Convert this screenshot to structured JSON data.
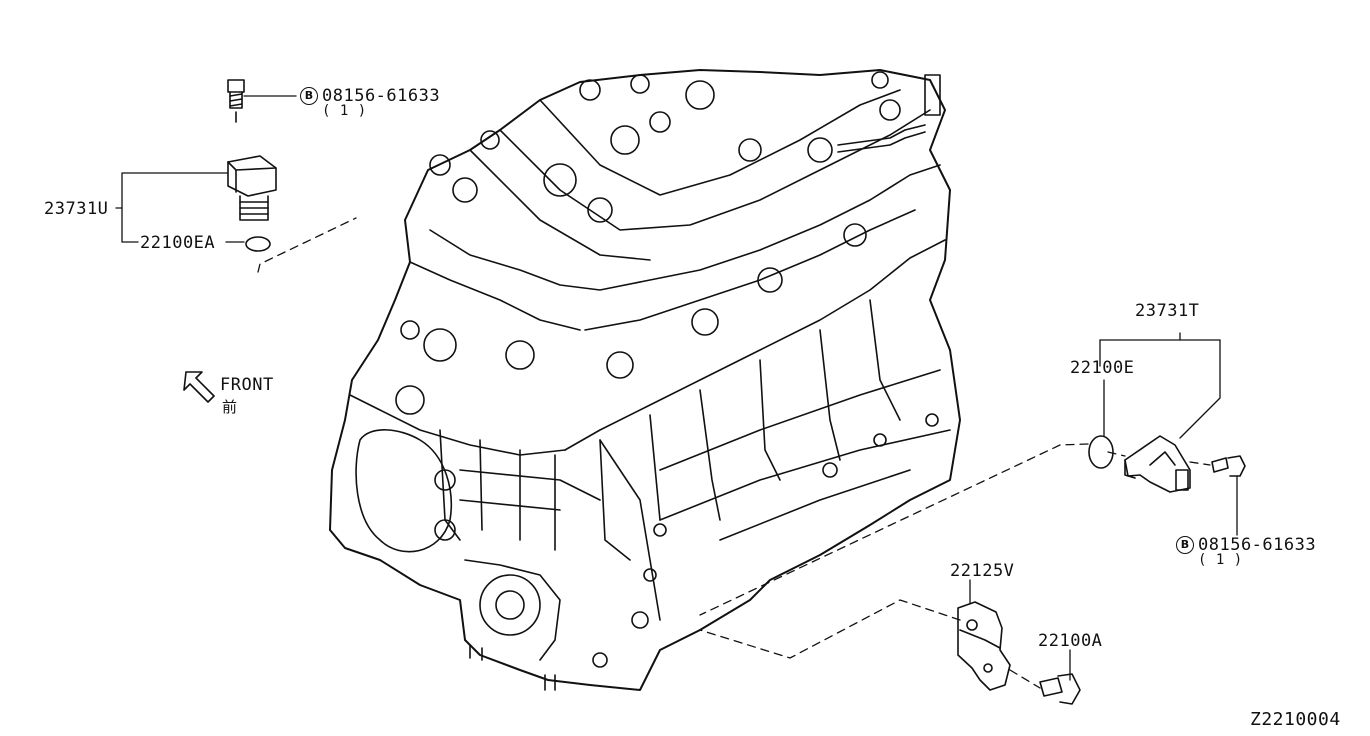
{
  "parts": {
    "cam_sensor_upper": "23731U",
    "o_ring_upper": "22100EA",
    "bolt_upper": "08156-61633",
    "bolt_upper_marker": "B",
    "bolt_upper_qty": "( 1 )",
    "cam_sensor_rear": "23731T",
    "o_ring_rear": "22100E",
    "bolt_rear": "08156-61633",
    "bolt_rear_marker": "B",
    "bolt_rear_qty": "( 1 )",
    "bracket": "22125V",
    "bolt_bracket": "22100A"
  },
  "front_indicator": {
    "text": "FRONT",
    "kanji": "前"
  },
  "figure_code": "Z2210004"
}
